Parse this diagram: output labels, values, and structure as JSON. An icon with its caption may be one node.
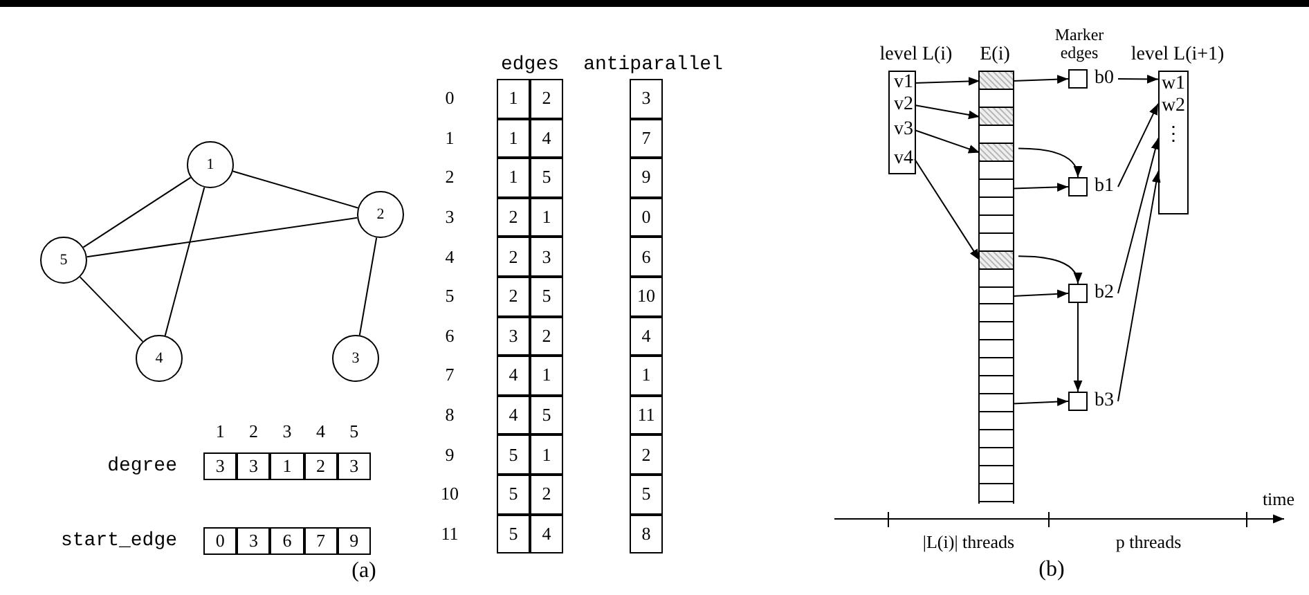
{
  "diagram": {
    "nodes": [
      {
        "text": [
          "1"
        ]
      },
      {
        "text": [
          "2"
        ]
      },
      {
        "text": [
          "5"
        ]
      },
      {
        "text": [
          "4"
        ]
      },
      {
        "text": [
          "3"
        ]
      },
      {
        "text": [
          "level L(i)"
        ]
      },
      {
        "text": [
          "v1"
        ],
        "in": 5
      },
      {
        "text": [
          "v2"
        ],
        "in": 5
      },
      {
        "text": [
          "v3"
        ],
        "in": 5
      },
      {
        "text": [
          "v4"
        ],
        "in": 5
      },
      {
        "text": [
          "E(i)"
        ]
      },
      {
        "text": [],
        "shape": "box",
        "in": 10
      },
      {
        "text": [],
        "shape": "box",
        "in": 10
      },
      {
        "text": [],
        "shape": "box",
        "in": 10
      },
      {
        "text": [],
        "shape": "box",
        "in": 10
      },
      {
        "text": [],
        "shape": "box",
        "in": 10
      },
      {
        "text": [],
        "shape": "box",
        "in": 10
      },
      {
        "text": [],
        "shape": "box",
        "in": 10
      },
      {
        "text": [],
        "shape": "box",
        "in": 10
      },
      {
        "text": [],
        "shape": "box",
        "in": 10
      },
      {
        "text": [],
        "shape": "box",
        "in": 10
      },
      {
        "text": [],
        "shape": "box",
        "in": 10
      },
      {
        "text": [],
        "shape": "box",
        "in": 10
      },
      {
        "text": [],
        "shape": "box",
        "in": 10
      },
      {
        "text": [],
        "shape": "box",
        "in": 10
      },
      {
        "text": [],
        "shape": "box",
        "in": 10
      },
      {
        "text": [],
        "shape": "box",
        "in": 10
      },
      {
        "text": [],
        "shape": "box",
        "in": 10
      },
      {
        "text": [],
        "shape": "box",
        "in": 10
      },
      {
        "text": [],
        "shape": "box",
        "in": 10
      },
      {
        "text": [],
        "shape": "box",
        "in": 10
      },
      {
        "text": [],
        "shape": "box",
        "in": 10
      },
      {
        "text": [],
        "shape": "box",
        "in": 10
      },
      {
        "text": [],
        "shape": "box",
        "in": 10
      },
      {
        "text": [],
        "shape": "box",
        "in": 10
      },
      {
        "text": [],
        "shape": "box",
        "beside": [
          "b0"
        ]
      },
      {
        "text": [],
        "shape": "box",
        "beside": [
          "b1"
        ]
      },
      {
        "text": [],
        "shape": "box",
        "beside": [
          "b2"
        ]
      },
      {
        "text": [],
        "shape": "box",
        "beside": [
          "b3"
        ]
      },
      {
        "text": [
          "level L(i+1)",
          "w1",
          "w2",
          "⋮"
        ]
      }
    ],
    "edges": [
      {
        "from": 0,
        "to": 1,
        "arrow": "none"
      },
      {
        "from": 0,
        "to": 2,
        "arrow": "none"
      },
      {
        "from": 0,
        "to": 3,
        "arrow": "none"
      },
      {
        "from": 1,
        "to": 2,
        "arrow": "none"
      },
      {
        "from": 1,
        "to": 4,
        "arrow": "none"
      },
      {
        "from": 2,
        "to": 3,
        "arrow": "none"
      },
      {
        "from": 6,
        "to": 11,
        "arrow": "to"
      },
      {
        "from": 7,
        "to": 13,
        "arrow": "to"
      },
      {
        "from": 8,
        "to": 15,
        "arrow": "to"
      },
      {
        "from": 9,
        "to": 21,
        "arrow": "to"
      },
      {
        "from": 11,
        "to": 35,
        "arrow": "to"
      },
      {
        "from": 15,
        "to": 36,
        "arrow": "to"
      },
      {
        "from": 17,
        "to": 36,
        "arrow": "to"
      },
      {
        "from": 21,
        "to": 37,
        "arrow": "to"
      },
      {
        "from": 23,
        "to": 37,
        "arrow": "to"
      },
      {
        "from": 29,
        "to": 38,
        "arrow": "to"
      },
      {
        "from": 37,
        "to": 38,
        "arrow": "to"
      },
      {
        "from": 35,
        "to": 39,
        "arrow": "to"
      },
      {
        "from": 36,
        "to": 39,
        "arrow": "to"
      },
      {
        "from": 37,
        "to": 39,
        "arrow": "to"
      },
      {
        "from": 38,
        "to": 39,
        "arrow": "to"
      }
    ],
    "labels": [
      "edges",
      "antiparallel",
      "0",
      "1",
      "2",
      "3",
      "1",
      "1",
      "4",
      "7",
      "2",
      "1",
      "5",
      "9",
      "3",
      "2",
      "1",
      "0",
      "4",
      "2",
      "3",
      "6",
      "5",
      "2",
      "5",
      "10",
      "6",
      "3",
      "2",
      "4",
      "7",
      "4",
      "1",
      "1",
      "8",
      "4",
      "5",
      "11",
      "9",
      "5",
      "1",
      "2",
      "10",
      "5",
      "2",
      "5",
      "11",
      "5",
      "4",
      "8",
      "1",
      "2",
      "3",
      "4",
      "5",
      "degree",
      "3",
      "3",
      "1",
      "2",
      "3",
      "start_edge",
      "0",
      "3",
      "6",
      "7",
      "9",
      "(a)",
      "Marker edges",
      "time",
      "|L(i)| threads",
      "p threads",
      "(b)"
    ]
  }
}
